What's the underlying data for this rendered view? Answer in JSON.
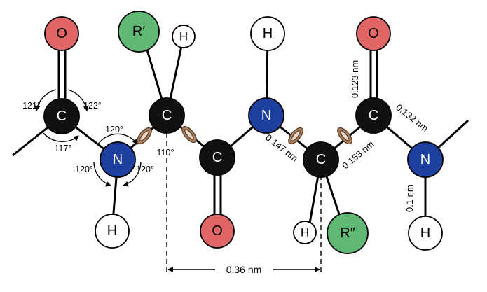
{
  "colors": {
    "oxygen": "#e06666",
    "nitrogen": "#1c3fa0",
    "carbon": "#111111",
    "hydrogen": "#ffffff",
    "r_group": "#5fb873",
    "rotation_ring": "#a97c5c"
  },
  "atoms": {
    "o1": "O",
    "c1": "C",
    "n1": "N",
    "h_n1": "H",
    "r1": "R′",
    "h_ca1": "H",
    "ca1": "C",
    "c2": "C",
    "o2": "O",
    "h_n2": "H",
    "n2": "N",
    "ca2": "C",
    "h_ca2": "H",
    "r2": "R″",
    "c3": "C",
    "o3": "O",
    "n3": "N",
    "h_n3": "H"
  },
  "angles": {
    "a121": "121°",
    "a122": "122°",
    "a117": "117°",
    "a120_top": "120°",
    "a120_left": "120°",
    "a120_right": "120°",
    "a110": "110°"
  },
  "bond_lengths": {
    "b0123": "0.123 nm",
    "b0132": "0.132 nm",
    "b0147": "0.147 nm",
    "b0153": "0.153 nm",
    "b01": "0.1 nm",
    "span": "0.36 nm"
  }
}
